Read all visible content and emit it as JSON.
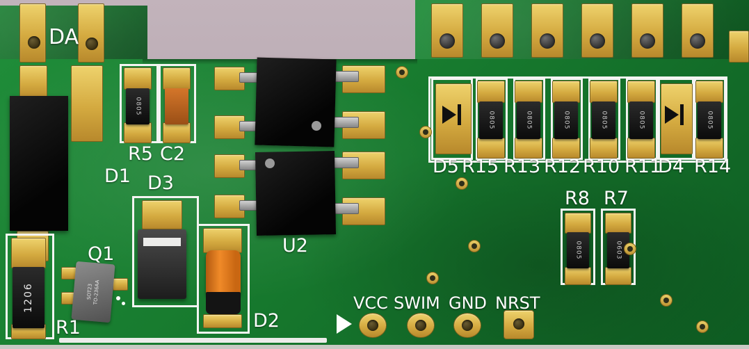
{
  "labels": {
    "da": "DA",
    "r5": "R5",
    "c2": "C2",
    "d1": "D1",
    "d3": "D3",
    "q1": "Q1",
    "r1": "R1",
    "u2": "U2",
    "d2": "D2",
    "d5": "D5",
    "r15": "R15",
    "r13": "R13",
    "r12": "R12",
    "r10": "R10",
    "r11": "R11",
    "d4": "D4",
    "r14": "R14",
    "r8": "R8",
    "r7": "R7",
    "vcc": "VCC",
    "swim": "SWIM",
    "gnd": "GND",
    "nrst": "NRST"
  },
  "markings": {
    "r1": "1206",
    "r5": "0805",
    "r15": "0805",
    "r13": "0805",
    "r12": "0805",
    "r10": "0805",
    "r11": "0805",
    "r14": "0805",
    "r8": "0805",
    "r7": "0603",
    "q1_line1": "SOT23",
    "q1_line2": "TO-236AA"
  },
  "colors": {
    "pcb_green": "#177a2e",
    "pcb_green_dark": "#0e5c22",
    "gold": "#d4aa40",
    "silkscreen": "#f4f4f2",
    "component_black": "#0b0b0b",
    "capacitor_orange": "#b85c1e",
    "d2_orange": "#e5781a",
    "lead_gray": "#9a9a9a",
    "background": "#b2a3ac",
    "hole": "#3a3012"
  }
}
